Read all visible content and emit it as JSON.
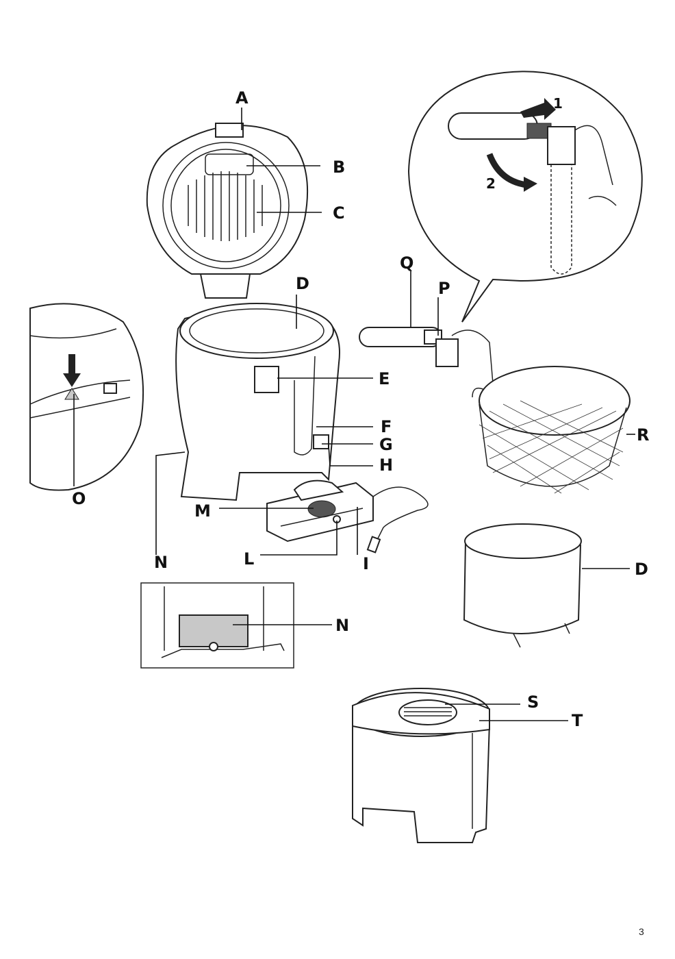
{
  "labels": {
    "A": "A",
    "B": "B",
    "C": "C",
    "D": "D",
    "E": "E",
    "F": "F",
    "G": "G",
    "H": "H",
    "I": "I",
    "L": "L",
    "M": "M",
    "N": "N",
    "O": "O",
    "P": "P",
    "Q": "Q",
    "R": "R",
    "S": "S",
    "T": "T"
  },
  "steps": {
    "one": "1",
    "two": "2"
  },
  "page_number": "3",
  "colors": {
    "line": "#222222",
    "highlight": "#c8c8c8",
    "dark_button": "#555555"
  }
}
